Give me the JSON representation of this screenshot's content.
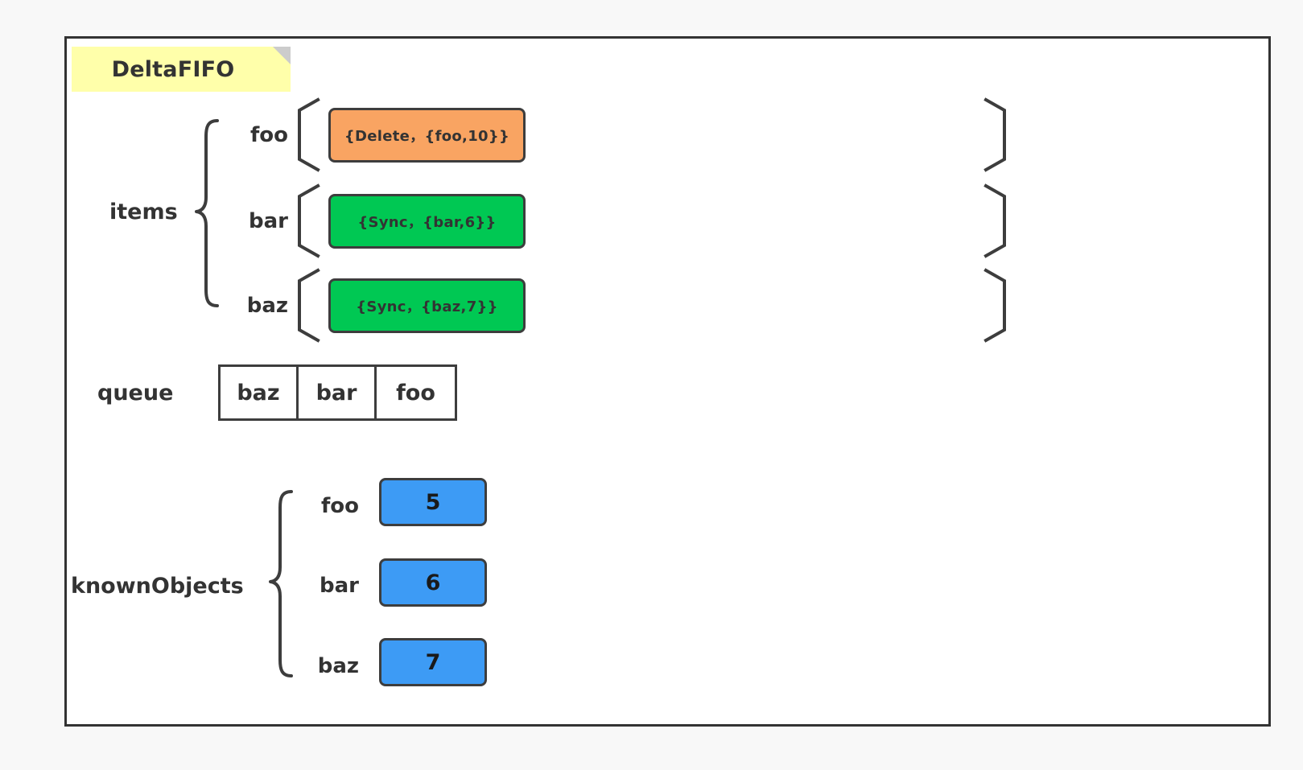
{
  "diagram": {
    "title": "DeltaFIFO",
    "frame_label": "deltafifo-frame",
    "colors": {
      "page_background": "#f8f8f8",
      "frame_border": "#333333",
      "note_background": "#ffffaa",
      "note_fold": "#cccccc",
      "delete_delta": "#f9a462",
      "sync_delta": "#00c853",
      "known_object": "#3d9bf5",
      "stroke": "#3d3d3d",
      "text": "#333333"
    }
  },
  "items": {
    "label": "items",
    "entries": [
      {
        "key": "foo",
        "delta": "{Delete，{foo,10}}",
        "type": "Delete",
        "object": "foo",
        "version": 10,
        "color": "#f9a462"
      },
      {
        "key": "bar",
        "delta": "{Sync，{bar,6}}",
        "type": "Sync",
        "object": "bar",
        "version": 6,
        "color": "#00c853"
      },
      {
        "key": "baz",
        "delta": "{Sync，{baz,7}}",
        "type": "Sync",
        "object": "baz",
        "version": 7,
        "color": "#00c853"
      }
    ]
  },
  "queue": {
    "label": "queue",
    "cells": [
      "baz",
      "bar",
      "foo"
    ]
  },
  "knownObjects": {
    "label": "knownObjects",
    "entries": [
      {
        "key": "foo",
        "value": "5"
      },
      {
        "key": "bar",
        "value": "6"
      },
      {
        "key": "baz",
        "value": "7"
      }
    ]
  }
}
